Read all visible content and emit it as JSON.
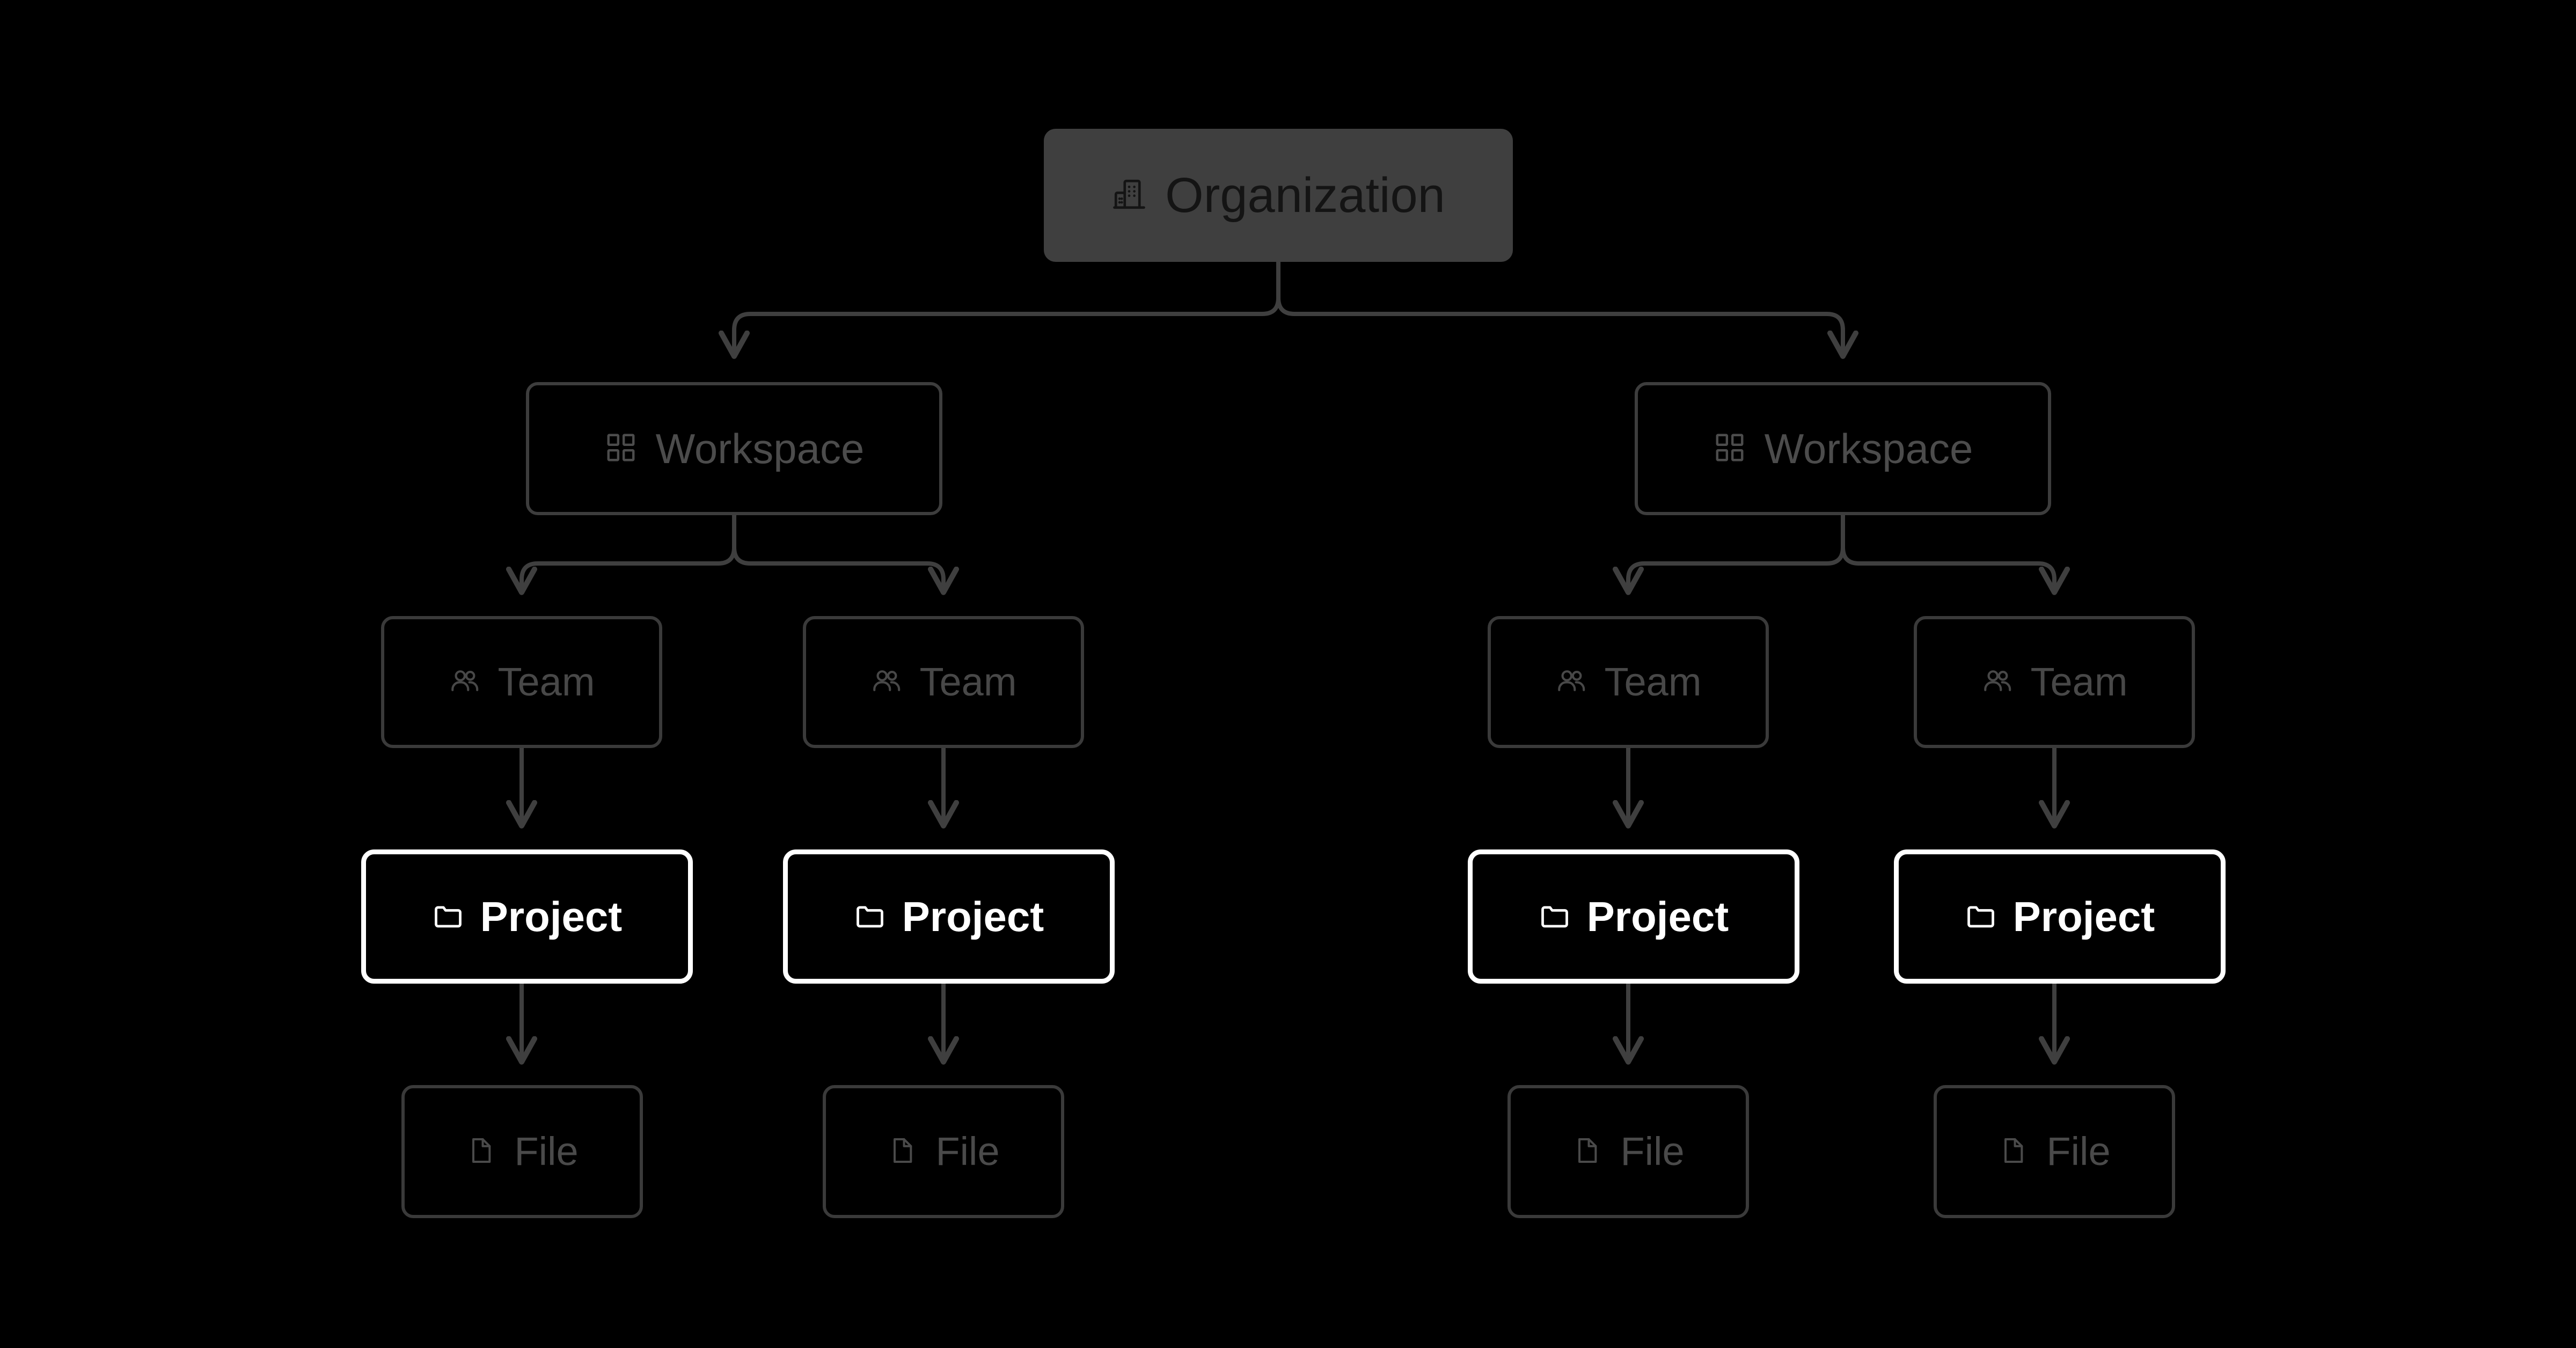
{
  "diagram": {
    "title": "Organization hierarchy tree",
    "background_color": "#000000",
    "levels": [
      "Organization",
      "Workspace",
      "Team",
      "Project",
      "File"
    ],
    "colors": {
      "root_fill": "#3f3f3f",
      "root_text": "#141414",
      "workspace_border": "#3d3d3d",
      "workspace_text": "#4c4c4c",
      "team_border": "#3a3a3a",
      "team_text": "#484848",
      "project_border": "#ffffff",
      "project_text": "#ffffff",
      "file_border": "#3a3a3a",
      "file_text": "#4a4a4a",
      "edge": "#3f3f3f"
    }
  },
  "nodes": {
    "organization": {
      "label": "Organization",
      "icon": "building-icon"
    },
    "workspaces": [
      {
        "label": "Workspace",
        "icon": "grid-icon"
      },
      {
        "label": "Workspace",
        "icon": "grid-icon"
      }
    ],
    "teams": [
      {
        "label": "Team",
        "icon": "users-icon"
      },
      {
        "label": "Team",
        "icon": "users-icon"
      },
      {
        "label": "Team",
        "icon": "users-icon"
      },
      {
        "label": "Team",
        "icon": "users-icon"
      }
    ],
    "projects": [
      {
        "label": "Project",
        "icon": "folder-icon"
      },
      {
        "label": "Project",
        "icon": "folder-icon"
      },
      {
        "label": "Project",
        "icon": "folder-icon"
      },
      {
        "label": "Project",
        "icon": "folder-icon"
      }
    ],
    "files": [
      {
        "label": "File",
        "icon": "document-icon"
      },
      {
        "label": "File",
        "icon": "document-icon"
      },
      {
        "label": "File",
        "icon": "document-icon"
      },
      {
        "label": "File",
        "icon": "document-icon"
      }
    ]
  }
}
